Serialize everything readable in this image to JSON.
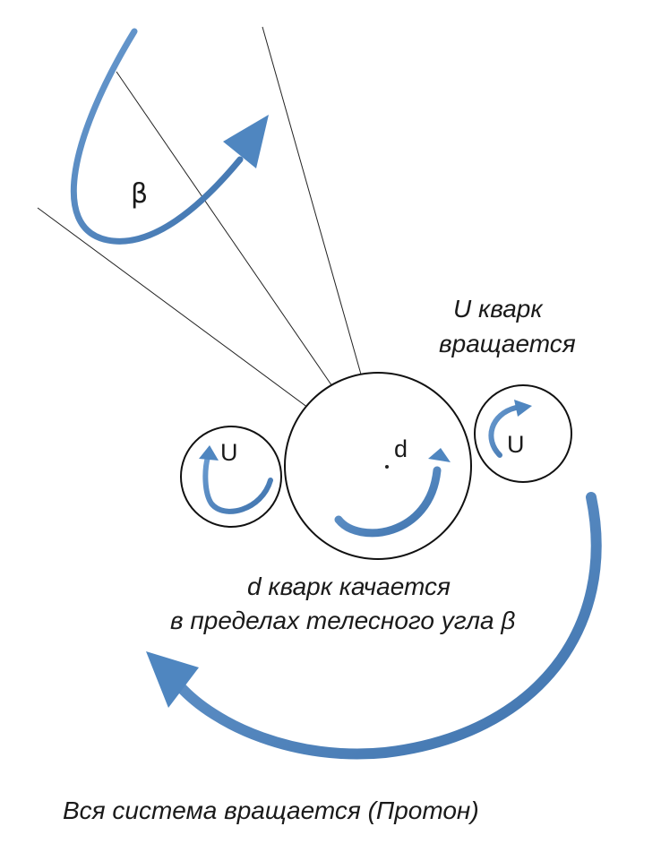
{
  "labels": {
    "beta": "β",
    "d_letter": "d",
    "u_left_letter": "U",
    "u_right_letter": "U",
    "u_caption_line1": "U кварк",
    "u_caption_line2": "вращается",
    "d_caption_line1": "d кварк качается",
    "d_caption_line2": "в пределах телесного угла β",
    "bottom_caption": "Вся система вращается (Протон)"
  },
  "colors": {
    "arrow": "#4f86c0",
    "arrow_dark": "#3d6fa6",
    "line": "#222222"
  }
}
